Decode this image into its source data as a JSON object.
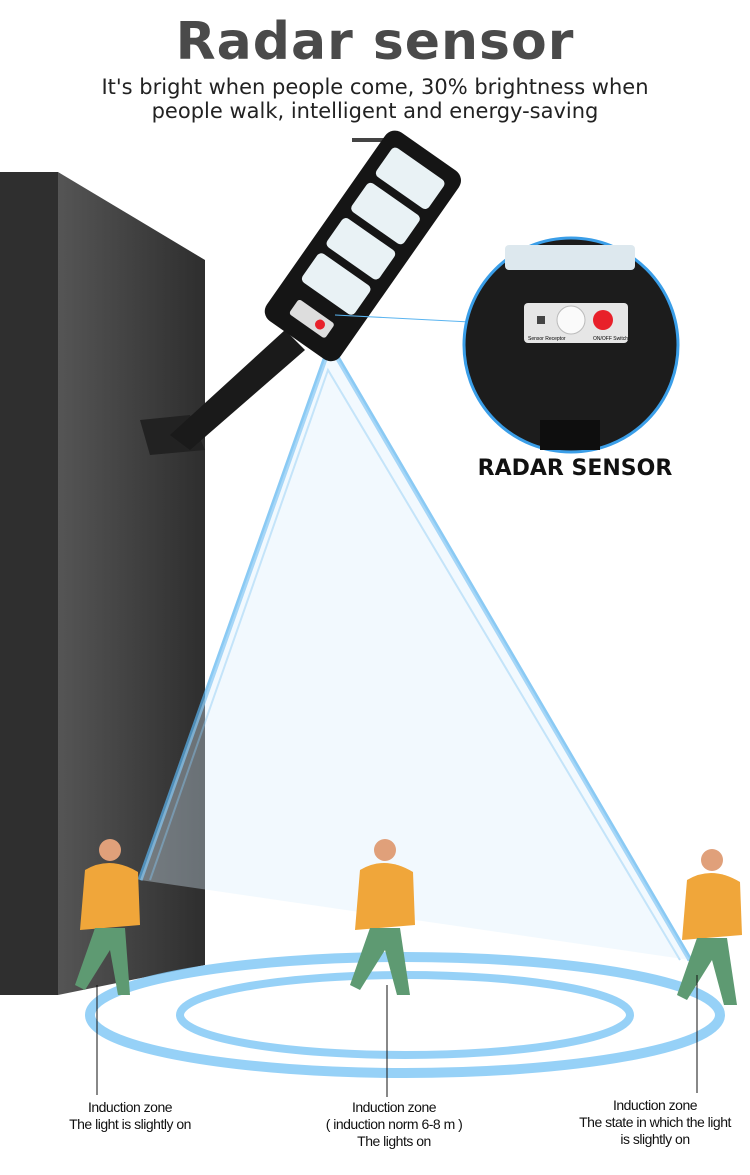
{
  "header": {
    "title": "Radar sensor",
    "subtitle_line1": "It's bright when people come, 30% brightness when",
    "subtitle_line2": "people walk, intelligent and energy-saving"
  },
  "inset": {
    "label": "RADAR SENSOR",
    "sensor_receptor": "Sensor Receptor",
    "switch": "ON/OFF Switch",
    "switch_color": "#e8202a"
  },
  "zones": [
    {
      "line1": "Induction zone",
      "line2": "The light is slightly on"
    },
    {
      "line1": "Induction zone",
      "line2": "( induction norm 6-8 m )",
      "line3": "The lights on"
    },
    {
      "line1": "Induction zone",
      "line2": "The state in which the light",
      "line3": "is slightly on"
    }
  ],
  "colors": {
    "beam": "#5ab4f0",
    "wall": "#3a3a3a"
  }
}
